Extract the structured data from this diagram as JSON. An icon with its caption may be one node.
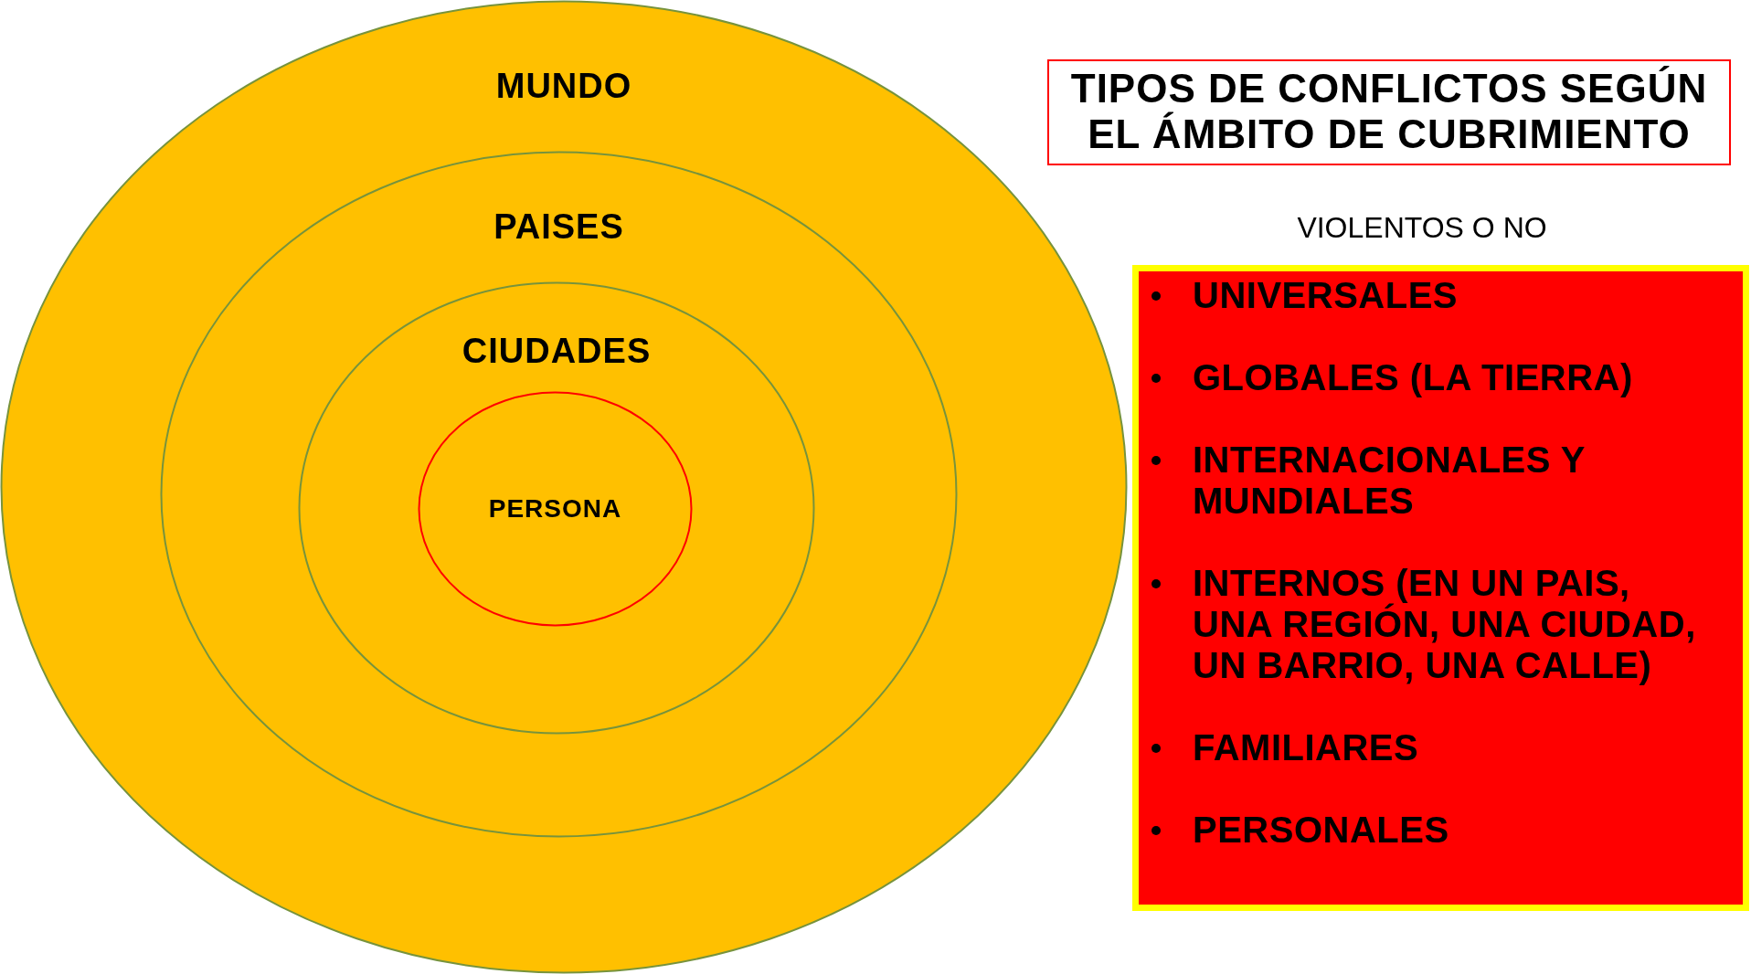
{
  "diagram": {
    "title": "TIPOS DE CONFLICTOS SEGÚN EL ÁMBITO DE CUBRIMIENTO",
    "nodes": [
      {
        "text": [
          "MUNDO"
        ]
      },
      {
        "text": [
          "PAISES"
        ],
        "in": 0
      },
      {
        "text": [
          "CIUDADES"
        ],
        "in": 1
      },
      {
        "text": [
          "PERSONA"
        ],
        "in": 2
      },
      {
        "text": [
          "UNIVERSALES",
          "GLOBALES (LA TIERRA)",
          "INTERNACIONALES Y MUNDIALES",
          "INTERNOS (EN UN PAIS, UNA REGIÓN, UNA CIUDAD, UN BARRIO, UNA CALLE)",
          "FAMILIARES",
          "PERSONALES"
        ]
      }
    ],
    "labels": [
      "VIOLENTOS O NO"
    ]
  }
}
